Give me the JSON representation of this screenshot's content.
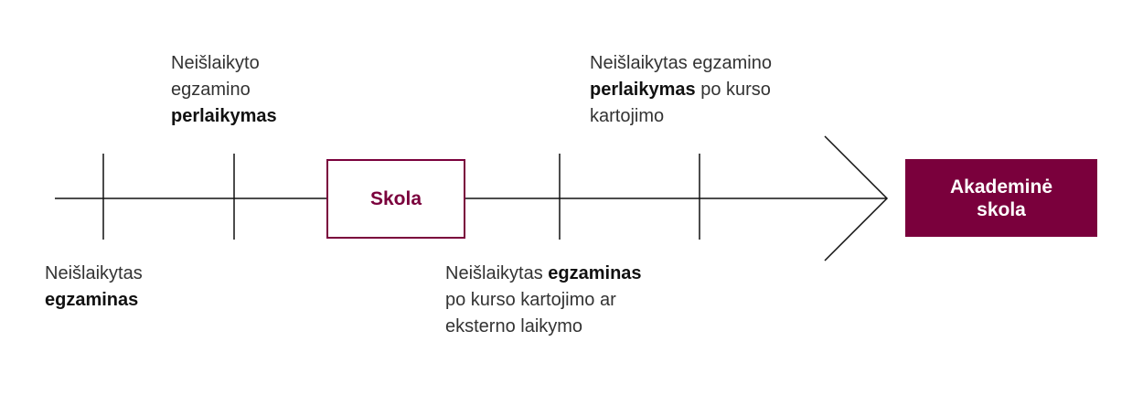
{
  "colors": {
    "accent": "#7a003c",
    "line": "#111111",
    "text": "#333333"
  },
  "labels": {
    "top_left": {
      "l1": "Neišlaikyto",
      "l2": "egzamino",
      "l3_bold": "perlaikymas"
    },
    "top_right": {
      "l1": "Neišlaikytas egzamino",
      "l2_bold": "perlaikymas",
      "l2_rest": " po kurso",
      "l3": "kartojimo"
    },
    "bottom_left": {
      "l1": "Neišlaikytas",
      "l2_bold": "egzaminas"
    },
    "bottom_mid": {
      "l1": "Neišlaikytas ",
      "l1_bold": "egzaminas",
      "l2": "po kurso kartojimo ar",
      "l3": "eksterno laikymo"
    }
  },
  "boxes": {
    "skola": "Skola",
    "akademine_l1": "Akademinė",
    "akademine_l2": "skola"
  }
}
